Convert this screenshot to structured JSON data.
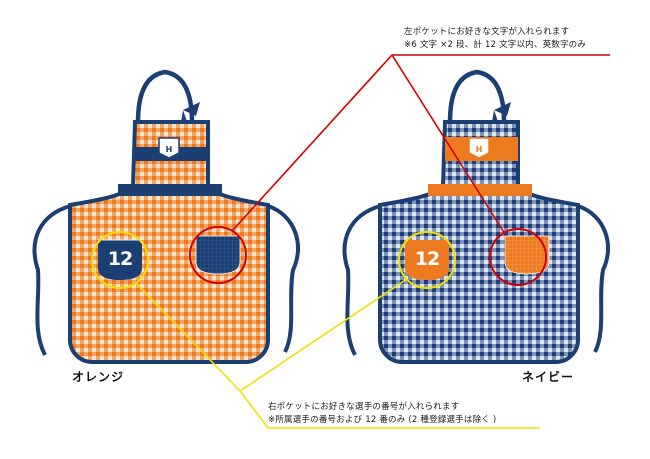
{
  "annotations": {
    "left_pocket": {
      "line1": "左ポケットにお好きな文字が入れられます",
      "line2": "※6 文字 ×2 段、計 12 文字以内、英数字のみ",
      "color": "#d40000"
    },
    "right_pocket": {
      "line1": "右ポケットにお好きな選手の番号が入れられます",
      "line2": "※所属選手の番号および 12 番のみ (2 種登録選手は除く )",
      "color": "#f2e100"
    }
  },
  "products": [
    {
      "label": "オレンジ",
      "pocket_number": "12",
      "colors": {
        "gingham": "#f07a1e",
        "trim": "#1c3f73",
        "pocket": "#1c3f73",
        "number": "#ffffff"
      }
    },
    {
      "label": "ネイビー",
      "pocket_number": "12",
      "colors": {
        "gingham": "#1c3f73",
        "trim": "#1c3f73",
        "pocket": "#f07a1e",
        "number": "#ffffff"
      }
    }
  ]
}
